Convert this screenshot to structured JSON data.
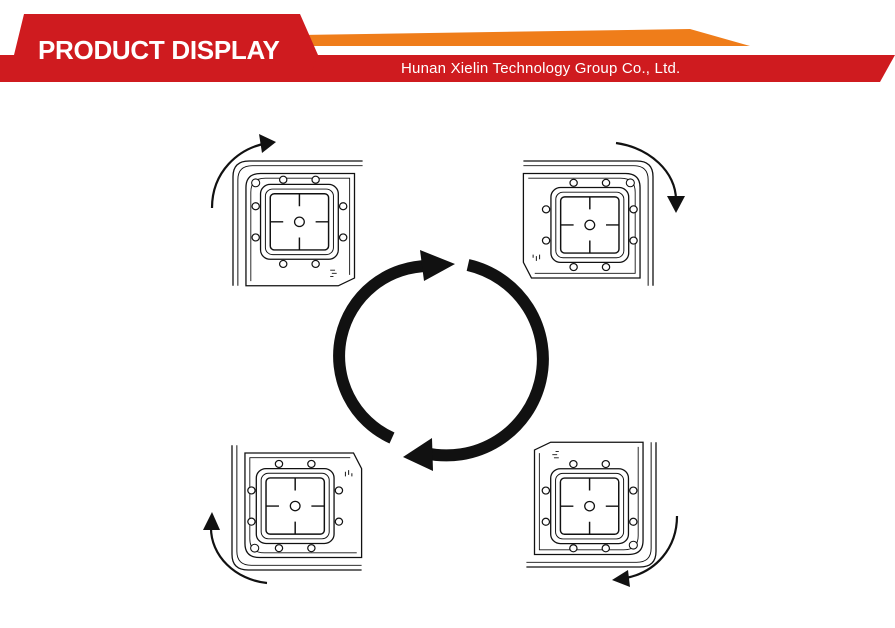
{
  "header": {
    "title": "PRODUCT DISPLAY",
    "subtitle": "Hunan Xielin Technology Group Co., Ltd.",
    "colors": {
      "red": "#cf1b1f",
      "orange": "#ef7d1a",
      "text": "#ffffff"
    }
  },
  "diagram": {
    "stroke_color": "#111111",
    "plates": [
      {
        "id": "top-left",
        "rotation_direction": "clockwise"
      },
      {
        "id": "top-right",
        "rotation_direction": "clockwise"
      },
      {
        "id": "bottom-right",
        "rotation_direction": "clockwise"
      },
      {
        "id": "bottom-left",
        "rotation_direction": "clockwise"
      }
    ],
    "center_cycle_direction": "clockwise"
  }
}
